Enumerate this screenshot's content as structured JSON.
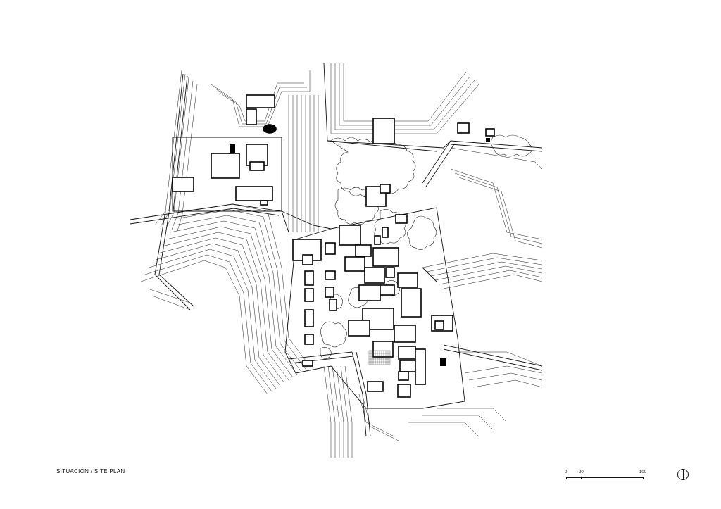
{
  "title": "SITUACIÓN / SITE PLAN",
  "scale_bar": {
    "labels": [
      "0",
      "20",
      "100"
    ]
  },
  "north_arrow": {
    "icon": "north-arrow-icon"
  },
  "colors": {
    "line": "#1a1a1a",
    "building": "#000000",
    "background": "#ffffff"
  }
}
